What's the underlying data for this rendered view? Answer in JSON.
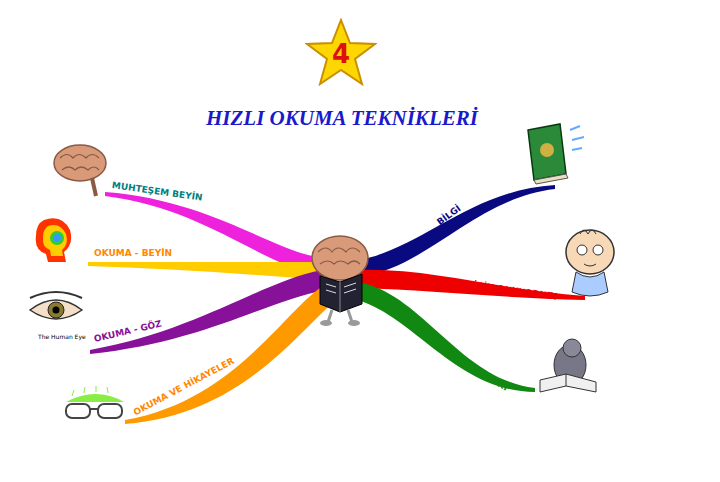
{
  "diagram": {
    "title": "HIZLI OKUMA TEKNİKLERİ",
    "nodes": [
      {
        "text": [
          "4"
        ]
      }
    ],
    "labels": [
      "MUHTEŞEM BEYİN",
      "OKUMA - BEYİN",
      "OKUMA - GÖZ",
      "OKUMA VE HİKAYELER",
      "BİLGİ",
      "NİÇİN OKUYORUZ?",
      "OKUMA ZEVKİ",
      "The Human Eye"
    ]
  }
}
